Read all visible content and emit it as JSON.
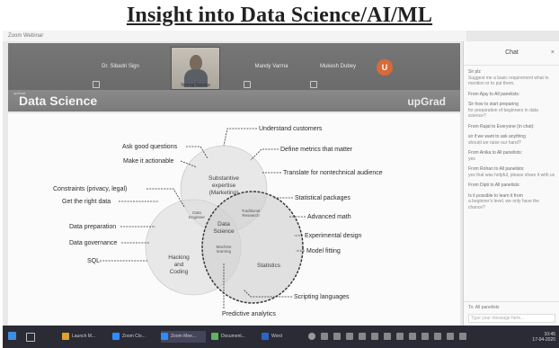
{
  "heading": "Insight into Data Science/AI/ML",
  "window": {
    "title": "Zoom Webinar"
  },
  "participants": [
    {
      "name": "Dr. Sibadri Sign"
    },
    {
      "name": "Neeraj Naruka"
    },
    {
      "name": "Mandy Varma"
    },
    {
      "name": "Mukesh Dubey"
    }
  ],
  "user_badge": "U",
  "slide": {
    "tag": "upGrad",
    "title": "Data Science",
    "brand": "upGrad",
    "circles": {
      "top": [
        "Substantive",
        "expertise",
        "(Marketing)"
      ],
      "left": [
        "Hacking",
        "and",
        "Coding"
      ],
      "right": "Statistics",
      "center": [
        "Data",
        "Science"
      ],
      "ml": [
        "Machine",
        "learning"
      ],
      "danger": [
        "Traditional",
        "Research"
      ],
      "topleft": [
        "Data",
        "Engineer"
      ]
    },
    "left_labels": [
      "Ask good questions",
      "Make it actionable",
      "Constraints (privacy, legal)",
      "Get the right data",
      "Data preparation",
      "Data governance",
      "SQL"
    ],
    "right_labels": [
      "Understand customers",
      "Define metrics that matter",
      "Translate for nontechnical audience",
      "Statistical packages",
      "Advanced math",
      "Experimental design",
      "Model fitting",
      "Scripting languages"
    ],
    "bottom_label": "Predictive analytics"
  },
  "chat": {
    "title": "Chat",
    "close": "×",
    "messages": [
      {
        "who": "Sir plz",
        "text": "Suggest me a basic requirement what to mention or to put them."
      },
      {
        "who": "From Ajay to All panelists:",
        "text": ""
      },
      {
        "who": "Sir how to start preparing",
        "text": "for preparation of beginners in data science?"
      },
      {
        "who": "From Rajat to Everyone (in chat):",
        "text": ""
      },
      {
        "who": "sir if we want to ask anything",
        "text": "should we raise our hand?"
      },
      {
        "who": "From Anika to All panelists:",
        "text": "yes"
      },
      {
        "who": "From Rohan to All panelists:",
        "text": "yes that was helpful, please share it with us"
      },
      {
        "who": "From Dipti to All panelists:",
        "text": ""
      },
      {
        "who": "Is it possible to learn it from",
        "text": "a beginner's level, we only have the chance?"
      }
    ],
    "to_label": "To: All panelists",
    "placeholder": "Type your message here..."
  },
  "taskbar": {
    "items": [
      "Launch M...",
      "Zoom Clo...",
      "Zoom Mee...",
      "Document...",
      "Word"
    ],
    "time": "10:45",
    "date": "17-04-2020"
  }
}
